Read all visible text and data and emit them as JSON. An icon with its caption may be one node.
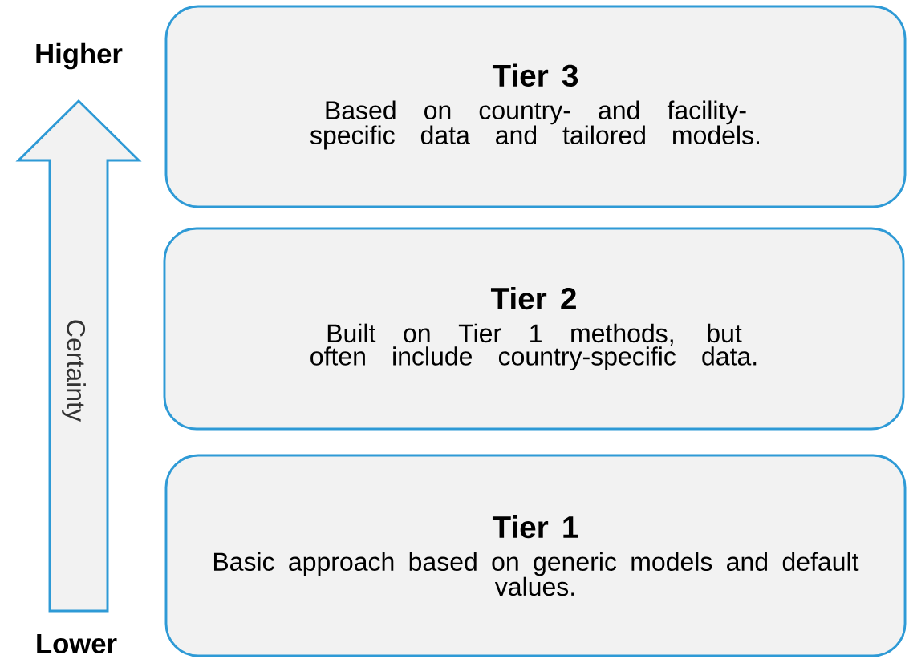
{
  "diagram": {
    "nodes": [
      {
        "text": [
          "Tier 3",
          "Based on country- and facility-specific data and tailored models."
        ]
      },
      {
        "text": [
          "Tier 2",
          "Built on Tier 1 methods, but often include country-specific data."
        ]
      },
      {
        "text": [
          "Tier 1",
          "Basic approach based on generic models and default values."
        ]
      }
    ],
    "labels": [
      "Higher",
      "Certainty",
      "Lower"
    ]
  }
}
